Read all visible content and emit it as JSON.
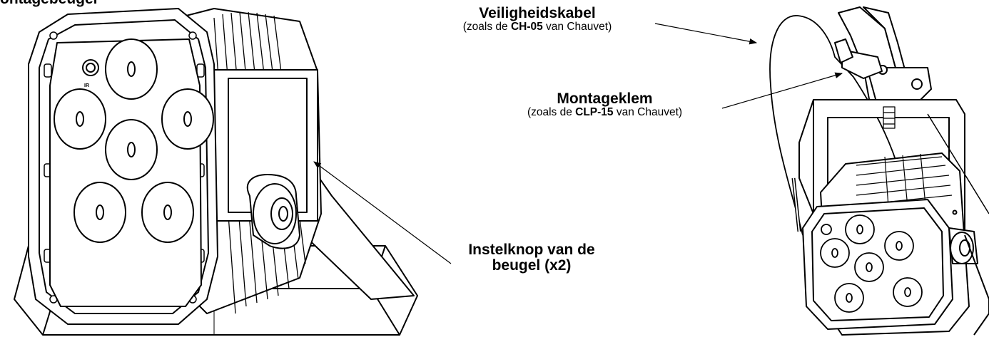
{
  "page": {
    "title_fragment": "ontagebeugel"
  },
  "colors": {
    "ink": "#000000",
    "paper": "#ffffff",
    "shade": "#e6e6e6"
  },
  "labels": {
    "safety_cable": {
      "title": "Veiligheidskabel",
      "pre": "(zoals de ",
      "model": "CH-05",
      "post": " van Chauvet)"
    },
    "mounting_clamp": {
      "title": "Montageklem",
      "pre": "(zoals de ",
      "model": "CLP-15",
      "post": " van Chauvet)"
    },
    "bracket_knob": {
      "line1": "Instelknop van de",
      "line2": "beugel (x2)"
    }
  },
  "fixture_text": {
    "ir_label": "IR"
  }
}
